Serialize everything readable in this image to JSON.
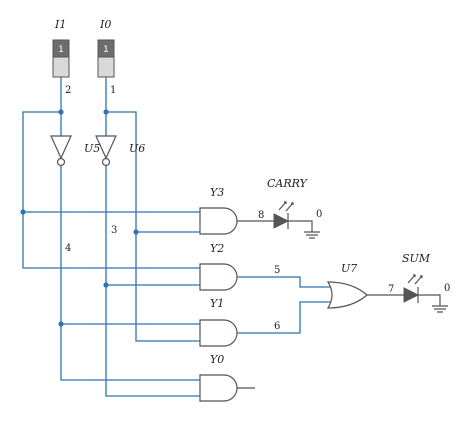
{
  "inputs": [
    {
      "name": "I1",
      "pin": "2",
      "switch_state": "1"
    },
    {
      "name": "I0",
      "pin": "1",
      "switch_state": "1"
    }
  ],
  "inverters": [
    {
      "name": "U5"
    },
    {
      "name": "U6"
    }
  ],
  "gates": [
    {
      "name": "Y3"
    },
    {
      "name": "Y2"
    },
    {
      "name": "Y1"
    },
    {
      "name": "Y0"
    },
    {
      "name": "U7"
    }
  ],
  "nets": {
    "n3": "3",
    "n4": "4",
    "n5": "5",
    "n6": "6",
    "n7": "7",
    "n8": "8"
  },
  "outputs": [
    {
      "name": "CARRY",
      "ground_value": "0"
    },
    {
      "name": "SUM",
      "ground_value": "0"
    }
  ],
  "colors": {
    "wire": "#2e74b5",
    "gate_outline": "#555555",
    "switch_top": "#6d6d6d",
    "switch_bottom": "#d9d9d9"
  }
}
